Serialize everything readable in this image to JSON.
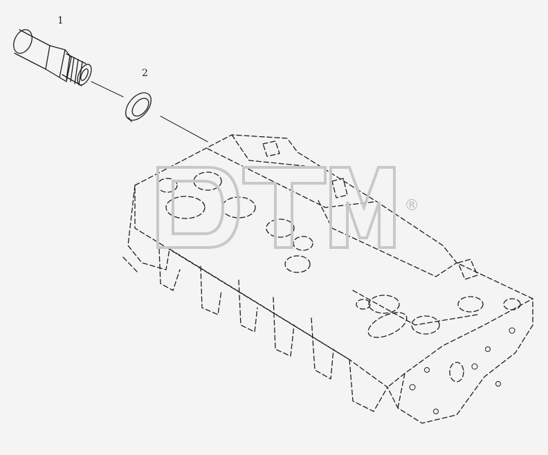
{
  "callouts": [
    {
      "id": "1",
      "label": "1"
    },
    {
      "id": "2",
      "label": "2"
    }
  ],
  "watermark": {
    "text": "DTM",
    "registered_mark": "®"
  },
  "colors": {
    "background": "#f4f4f4",
    "line": "#1c1c1c",
    "watermark": "#c8c8c8"
  }
}
